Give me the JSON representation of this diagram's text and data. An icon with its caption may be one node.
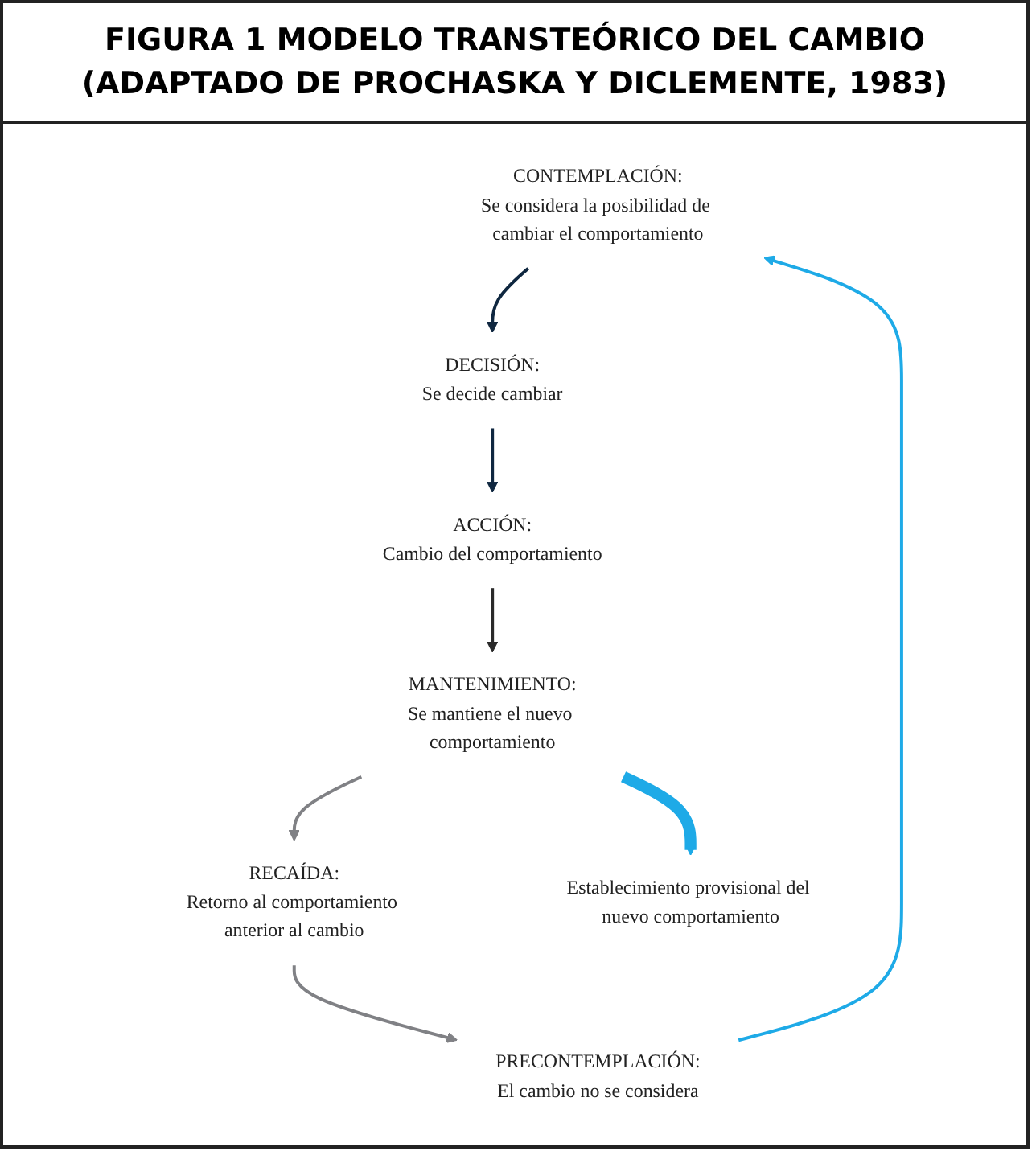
{
  "diagram": {
    "title": "FIGURA 1 MODELO TRANSTEÓRICO DEL CAMBIO (ADAPTADO DE PROCHASKA Y DICLEMENTE, 1983)",
    "nodes": [
      {
        "text": [
          "CONTEMPLACIÓN:",
          "Se considera la posibilidad de cambiar el comportamiento"
        ]
      },
      {
        "text": [
          "PRECONTEMPLACIÓN:",
          "El cambio no se considera"
        ]
      },
      {
        "text": [
          "DECISIÓN:",
          "Se decide cambiar"
        ]
      },
      {
        "text": [
          "RECAÍDA:",
          "Retorno al comportamiento anterior al cambio"
        ]
      },
      {
        "text": [
          "ACCIÓN:",
          "Cambio del comportamiento"
        ]
      },
      {
        "text": [
          "MANTENIMIENTO:",
          "Se mantiene el nuevo comportamiento"
        ]
      },
      {
        "text": [
          "Establecimiento provisional del nuevo comportamiento"
        ]
      }
    ],
    "edges": [
      {
        "from": 1,
        "to": 0,
        "arrow": "to",
        "color": "#1eaae7"
      },
      {
        "from": 0,
        "to": 2,
        "arrow": "to",
        "color": "#0f2740"
      },
      {
        "from": 2,
        "to": 4,
        "arrow": "to",
        "color": "#0f2740"
      },
      {
        "from": 4,
        "to": 5,
        "arrow": "to",
        "color": "#2a2a2a"
      },
      {
        "from": 5,
        "to": 3,
        "arrow": "to",
        "color": "#808185"
      },
      {
        "from": 3,
        "to": 1,
        "arrow": "to",
        "color": "#808185"
      },
      {
        "from": 5,
        "to": 6,
        "arrow": "to",
        "style": "thick",
        "color": "#1eaae7"
      }
    ]
  }
}
